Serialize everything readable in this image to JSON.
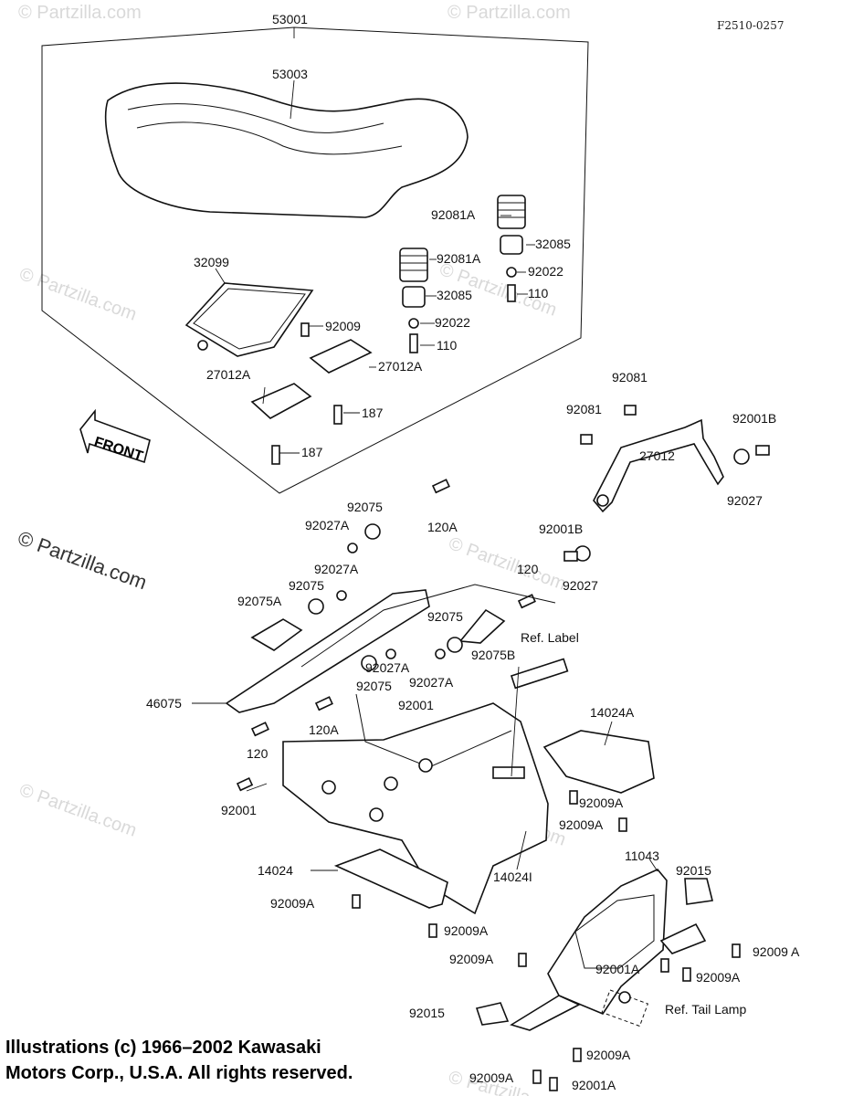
{
  "figure_code": "F2510-0257",
  "watermark": "© Partzilla.com",
  "front_label": "FRONT",
  "copyright": {
    "line1": "Illustrations (c) 1966–2002 Kawasaki",
    "line2": "Motors Corp., U.S.A.  All rights reserved."
  },
  "labels": {
    "p53001": "53001",
    "p53003": "53003",
    "p32099": "32099",
    "p92081A_1": "92081A",
    "p32085_1": "32085",
    "p92022_1": "92022",
    "p110_1": "110",
    "p92081A_2": "92081A",
    "p32085_2": "32085",
    "p92022_2": "92022",
    "p110_2": "110",
    "p92009": "92009",
    "p27012A_1": "27012A",
    "p27012A_2": "27012A",
    "p187_1": "187",
    "p187_2": "187",
    "p92081_1": "92081",
    "p92081_2": "92081",
    "p92001B_1": "92001B",
    "p27012": "27012",
    "p92027_1": "92027",
    "p92001B_2": "92001B",
    "p92027_2": "92027",
    "p92075_1": "92075",
    "p92027A_1": "92027A",
    "p120A_1": "120A",
    "p92027A_2": "92027A",
    "p92075_2": "92075",
    "p92075A": "92075A",
    "p120_1": "120",
    "p92075_3": "92075",
    "p92075B": "92075B",
    "ref_label": "Ref. Label",
    "p92027A_3": "92027A",
    "p92075_4": "92075",
    "p92027A_4": "92027A",
    "p92001_1": "92001",
    "p46075": "46075",
    "p120A_2": "120A",
    "p120_2": "120",
    "p14024A": "14024A",
    "p92001_2": "92001",
    "p92009A_1": "92009A",
    "p92009A_2": "92009A",
    "p14024": "14024",
    "p14024I": "14024I",
    "p11043": "11043",
    "p92015_1": "92015",
    "p92009A_3": "92009A",
    "p92009A_4": "92009A",
    "p92009A_5": "92009A",
    "p92009A_6": "92009 A",
    "p92001A_1": "92001A",
    "p92009A_7": "92009A",
    "p92015_2": "92015",
    "ref_tail_lamp": "Ref. Tail Lamp",
    "p92009A_8": "92009A",
    "p92009A_9": "92009A",
    "p92001A_2": "92001A"
  }
}
